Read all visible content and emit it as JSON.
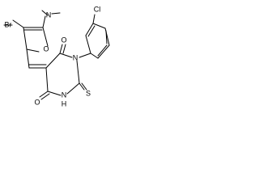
{
  "molecule": {
    "atoms": {
      "br": "Br",
      "n_dimethyl": "N",
      "o_furan": "O",
      "o_upper": "O",
      "o_lower": "O",
      "n_aryl": "N",
      "n_h": "N",
      "h_nh": "H",
      "s_thioxo": "S",
      "cl": "Cl"
    }
  }
}
